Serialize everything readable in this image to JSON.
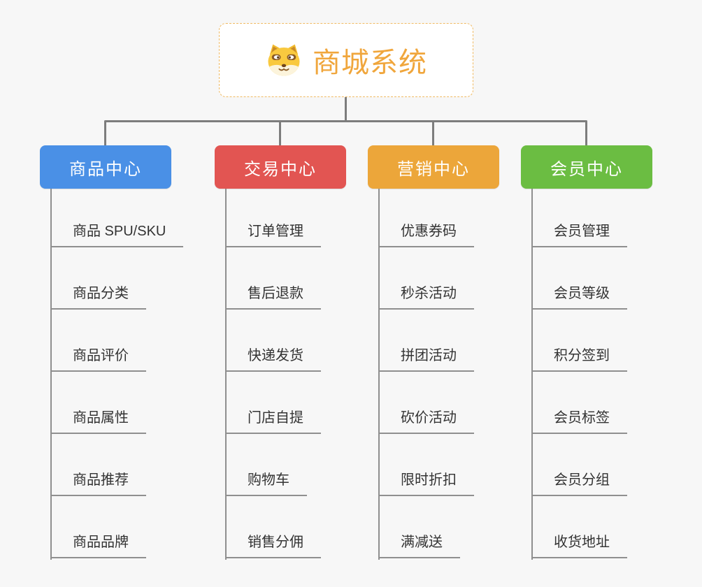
{
  "page": {
    "background": "#f7f7f7",
    "connector_color": "#7d7d7d",
    "leaf_line_color": "#8f8f8f"
  },
  "root": {
    "title": "商城系统",
    "icon": "dog-face-icon",
    "text_color": "#f0a63c",
    "border_color": "#f0ba62"
  },
  "branches": [
    {
      "label": "商品中心",
      "color": "#4a90e6",
      "children": [
        "商品 SPU/SKU",
        "商品分类",
        "商品评价",
        "商品属性",
        "商品推荐",
        "商品品牌"
      ]
    },
    {
      "label": "交易中心",
      "color": "#e25552",
      "children": [
        "订单管理",
        "售后退款",
        "快递发货",
        "门店自提",
        "购物车",
        "销售分佣"
      ]
    },
    {
      "label": "营销中心",
      "color": "#eca63a",
      "children": [
        "优惠券码",
        "秒杀活动",
        "拼团活动",
        "砍价活动",
        "限时折扣",
        "满减送"
      ]
    },
    {
      "label": "会员中心",
      "color": "#6bbd42",
      "children": [
        "会员管理",
        "会员等级",
        "积分签到",
        "会员标签",
        "会员分组",
        "收货地址"
      ]
    }
  ]
}
